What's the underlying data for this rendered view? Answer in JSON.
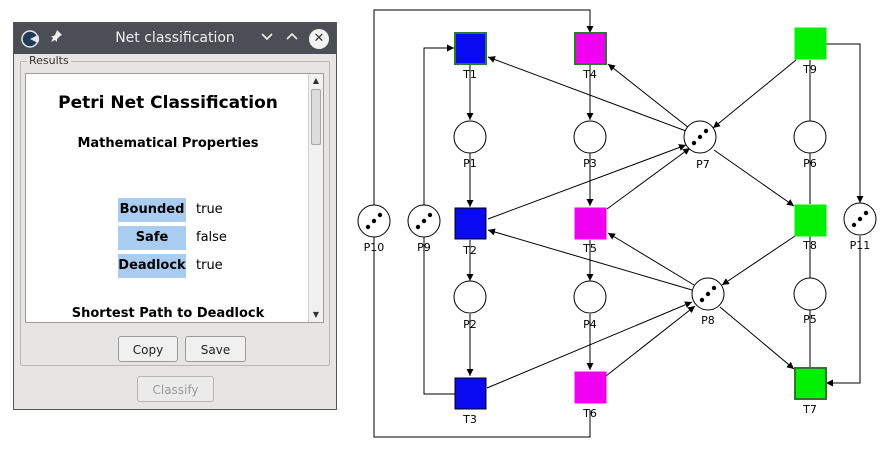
{
  "window": {
    "title": "Net classification",
    "icons": [
      "app-icon",
      "pin-icon",
      "chevron-down-icon",
      "chevron-up-icon",
      "close-icon"
    ]
  },
  "results": {
    "group_label": "Results",
    "heading": "Petri Net Classification",
    "subheading": "Mathematical Properties",
    "properties": [
      {
        "key": "Bounded",
        "value": "true"
      },
      {
        "key": "Safe",
        "value": "false"
      },
      {
        "key": "Deadlock",
        "value": "true"
      }
    ],
    "path_heading": "Shortest Path to Deadlock"
  },
  "buttons": {
    "copy": "Copy",
    "save": "Save",
    "classify": "Classify"
  },
  "colors": {
    "property_key_bg": "#a9cdf0",
    "transition_blue": "#0a0af0",
    "transition_magenta": "#f000f0",
    "transition_green": "#00f000",
    "enabled_border": "#2a7a2a"
  },
  "petri_net": {
    "places": [
      {
        "id": "P1",
        "tokens": 0
      },
      {
        "id": "P2",
        "tokens": 0
      },
      {
        "id": "P3",
        "tokens": 0
      },
      {
        "id": "P4",
        "tokens": 0
      },
      {
        "id": "P5",
        "tokens": 0
      },
      {
        "id": "P6",
        "tokens": 0
      },
      {
        "id": "P7",
        "tokens": 3
      },
      {
        "id": "P8",
        "tokens": 3
      },
      {
        "id": "P9",
        "tokens": 3
      },
      {
        "id": "P10",
        "tokens": 3
      },
      {
        "id": "P11",
        "tokens": 3
      }
    ],
    "transitions": [
      {
        "id": "T1",
        "color": "blue",
        "enabled": true
      },
      {
        "id": "T2",
        "color": "blue",
        "enabled": false
      },
      {
        "id": "T3",
        "color": "blue",
        "enabled": false
      },
      {
        "id": "T4",
        "color": "magenta",
        "enabled": true
      },
      {
        "id": "T5",
        "color": "magenta",
        "enabled": false
      },
      {
        "id": "T6",
        "color": "magenta",
        "enabled": false
      },
      {
        "id": "T7",
        "color": "green",
        "enabled": true
      },
      {
        "id": "T8",
        "color": "green",
        "enabled": false
      },
      {
        "id": "T9",
        "color": "green",
        "enabled": false
      }
    ]
  }
}
